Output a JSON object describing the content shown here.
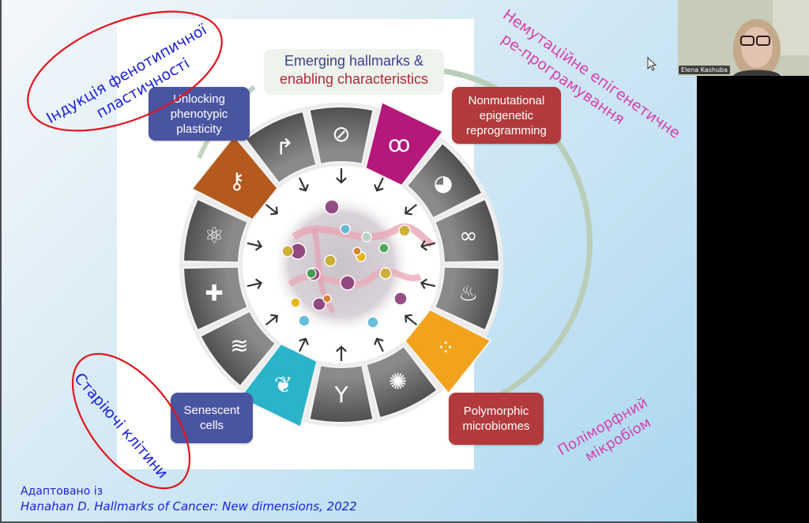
{
  "slide": {
    "figure": {
      "title_line1": "Emerging hallmarks &",
      "title_line2": "enabling characteristics",
      "labels": {
        "phenotypic": [
          "Unlocking",
          "phenotypic",
          "plasticity"
        ],
        "epigenetic": [
          "Nonmutational",
          "epigenetic",
          "reprogramming"
        ],
        "senescent": [
          "Senescent",
          "cells"
        ],
        "microbiomes": [
          "Polymorphic",
          "microbiomes"
        ]
      },
      "segments": [
        {
          "icon": "arrow-turn-icon",
          "highlight": false
        },
        {
          "icon": "no-entry-icon",
          "highlight": false
        },
        {
          "icon": "dna-loops-icon",
          "highlight": true,
          "color": "#b5177a"
        },
        {
          "icon": "pacman-cell-icon",
          "highlight": false
        },
        {
          "icon": "infinity-icon",
          "highlight": false
        },
        {
          "icon": "flame-icon",
          "highlight": false
        },
        {
          "icon": "bacteria-icon",
          "highlight": true,
          "color": "#f2a31c"
        },
        {
          "icon": "cell-division-icon",
          "highlight": false
        },
        {
          "icon": "branching-vessel-icon",
          "highlight": false
        },
        {
          "icon": "leaf-icon",
          "highlight": true,
          "color": "#2bb3c9"
        },
        {
          "icon": "dna-helix-icon",
          "highlight": false
        },
        {
          "icon": "cross-icon",
          "highlight": false
        },
        {
          "icon": "atom-icon",
          "highlight": false
        },
        {
          "icon": "key-icon",
          "highlight": true,
          "color": "#b45a1e"
        }
      ]
    },
    "annotations": {
      "phenotypic_uk": [
        "Індукція фенотипичної",
        "пластичності"
      ],
      "epigenetic_uk": [
        "Немутаційне епігенетичне",
        "ре-програмування"
      ],
      "senescent_uk": "Старіючі клітини",
      "microbiome_uk": [
        "Поліморфний",
        "мікробіом"
      ]
    },
    "citation_line1": "Адаптовано із",
    "citation_line2": "Hanahan D. Hallmarks of Cancer: New dimensions, 2022"
  },
  "video": {
    "participant_name": "Elena Kashuba"
  },
  "colors": {
    "annotation_blue": "#1a22d8",
    "annotation_pink": "#d63fb0",
    "ellipse_red": "#e0161e",
    "segment_gray": "#5e5e5e",
    "label_blue": "#4a55a2",
    "label_red": "#b33a3c"
  }
}
